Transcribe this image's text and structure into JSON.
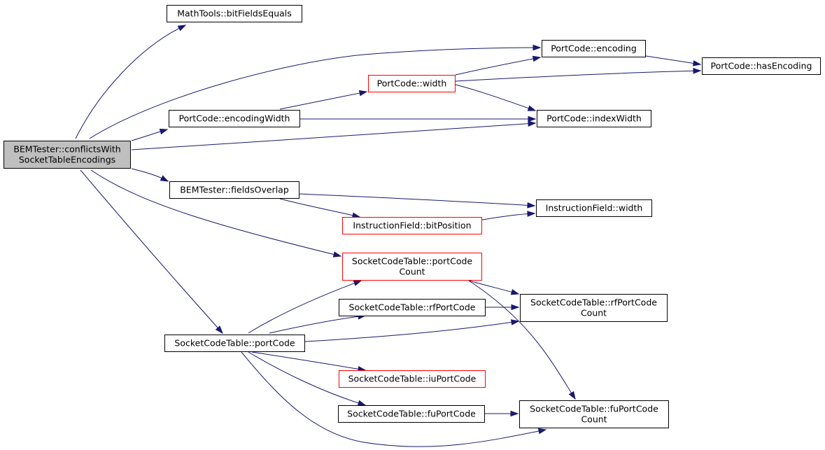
{
  "colors": {
    "edge": "#191970",
    "root_fill": "#bfbfbf",
    "node_fill": "#ffffff",
    "node_border": "#000000",
    "truncated_border": "#ff0000"
  },
  "nodes": [
    {
      "id": "root",
      "label": [
        "BEMTester::conflictsWith",
        "SocketTableEncodings"
      ],
      "style": "root"
    },
    {
      "id": "bitFieldsEquals",
      "label": [
        "MathTools::bitFieldsEquals"
      ],
      "style": "normal"
    },
    {
      "id": "encoding",
      "label": [
        "PortCode::encoding"
      ],
      "style": "normal"
    },
    {
      "id": "hasEncoding",
      "label": [
        "PortCode::hasEncoding"
      ],
      "style": "normal"
    },
    {
      "id": "pcWidth",
      "label": [
        "PortCode::width"
      ],
      "style": "truncated"
    },
    {
      "id": "encodingWidth",
      "label": [
        "PortCode::encodingWidth"
      ],
      "style": "normal"
    },
    {
      "id": "indexWidth",
      "label": [
        "PortCode::indexWidth"
      ],
      "style": "normal"
    },
    {
      "id": "fieldsOverlap",
      "label": [
        "BEMTester::fieldsOverlap"
      ],
      "style": "normal"
    },
    {
      "id": "ifWidth",
      "label": [
        "InstructionField::width"
      ],
      "style": "normal"
    },
    {
      "id": "bitPosition",
      "label": [
        "InstructionField::bitPosition"
      ],
      "style": "truncated"
    },
    {
      "id": "portCodeCount",
      "label": [
        "SocketCodeTable::portCode",
        "Count"
      ],
      "style": "truncated"
    },
    {
      "id": "rfPortCode",
      "label": [
        "SocketCodeTable::rfPortCode"
      ],
      "style": "normal"
    },
    {
      "id": "rfPortCodeCount",
      "label": [
        "SocketCodeTable::rfPortCode",
        "Count"
      ],
      "style": "normal"
    },
    {
      "id": "portCode",
      "label": [
        "SocketCodeTable::portCode"
      ],
      "style": "normal"
    },
    {
      "id": "iuPortCode",
      "label": [
        "SocketCodeTable::iuPortCode"
      ],
      "style": "truncated"
    },
    {
      "id": "fuPortCode",
      "label": [
        "SocketCodeTable::fuPortCode"
      ],
      "style": "normal"
    },
    {
      "id": "fuPortCodeCount",
      "label": [
        "SocketCodeTable::fuPortCode",
        "Count"
      ],
      "style": "normal"
    }
  ],
  "edges": [
    {
      "from": "root",
      "to": "bitFieldsEquals"
    },
    {
      "from": "root",
      "to": "encoding"
    },
    {
      "from": "root",
      "to": "encodingWidth"
    },
    {
      "from": "root",
      "to": "indexWidth"
    },
    {
      "from": "root",
      "to": "fieldsOverlap"
    },
    {
      "from": "root",
      "to": "portCodeCount"
    },
    {
      "from": "root",
      "to": "portCode"
    },
    {
      "from": "encoding",
      "to": "hasEncoding"
    },
    {
      "from": "pcWidth",
      "to": "encoding"
    },
    {
      "from": "pcWidth",
      "to": "hasEncoding"
    },
    {
      "from": "pcWidth",
      "to": "indexWidth"
    },
    {
      "from": "encodingWidth",
      "to": "pcWidth"
    },
    {
      "from": "encodingWidth",
      "to": "indexWidth"
    },
    {
      "from": "fieldsOverlap",
      "to": "ifWidth"
    },
    {
      "from": "fieldsOverlap",
      "to": "bitPosition"
    },
    {
      "from": "bitPosition",
      "to": "ifWidth"
    },
    {
      "from": "portCodeCount",
      "to": "rfPortCodeCount"
    },
    {
      "from": "portCodeCount",
      "to": "fuPortCodeCount"
    },
    {
      "from": "rfPortCode",
      "to": "rfPortCodeCount"
    },
    {
      "from": "portCode",
      "to": "portCodeCount"
    },
    {
      "from": "portCode",
      "to": "rfPortCode"
    },
    {
      "from": "portCode",
      "to": "rfPortCodeCount"
    },
    {
      "from": "portCode",
      "to": "iuPortCode"
    },
    {
      "from": "portCode",
      "to": "fuPortCode"
    },
    {
      "from": "portCode",
      "to": "fuPortCodeCount"
    },
    {
      "from": "fuPortCode",
      "to": "fuPortCodeCount"
    }
  ]
}
